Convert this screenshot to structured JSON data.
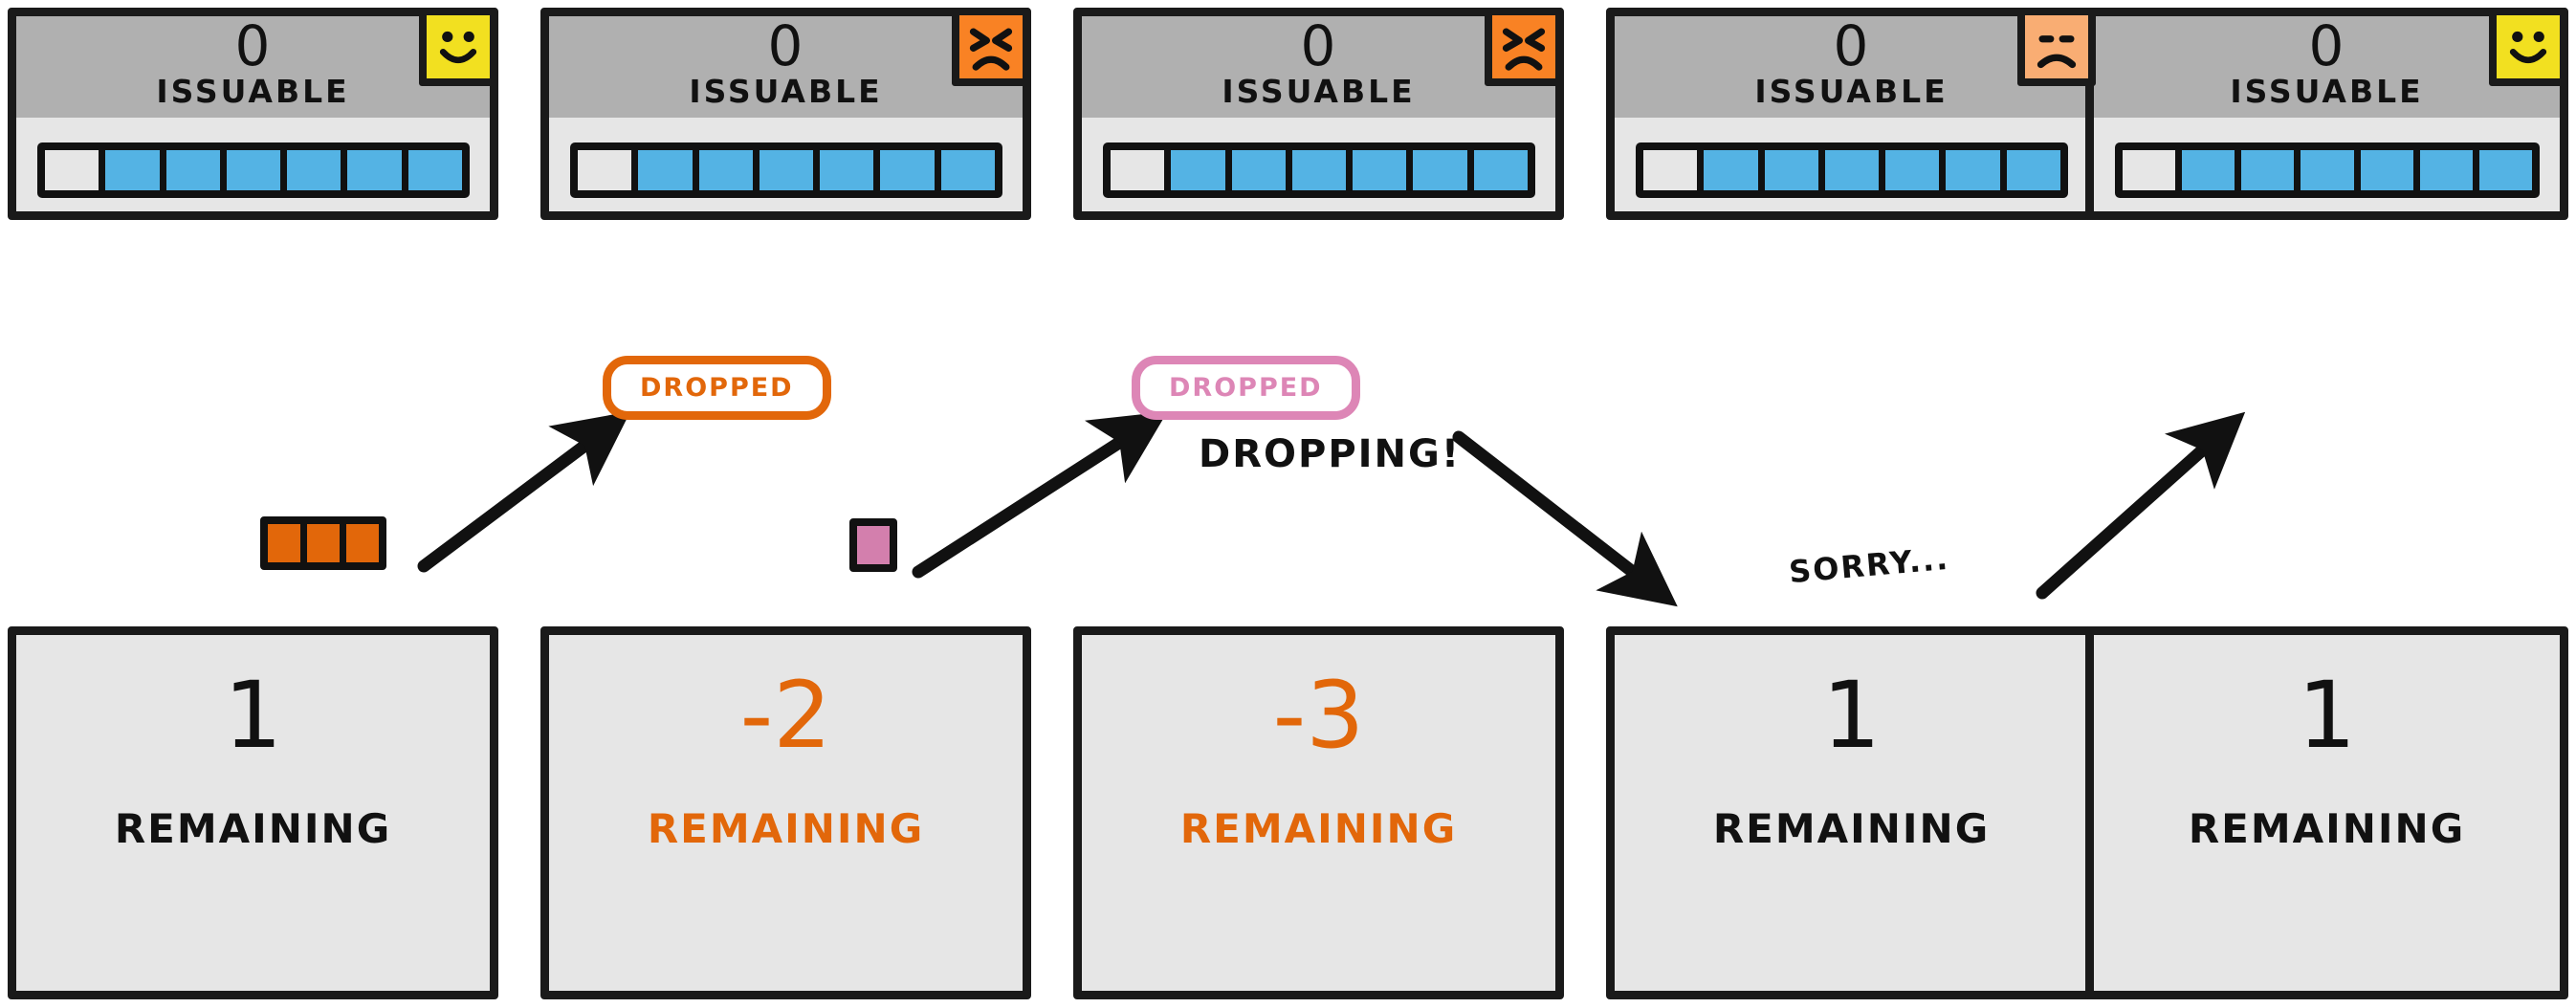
{
  "diagram": {
    "title": "Issuable / Remaining token drop sequence",
    "colors": {
      "orange": "#e2670a",
      "pink": "#dd86b6",
      "blue": "#54b3e4",
      "yellow": "#f2e020",
      "angry_orange": "#f98224",
      "neutral_orange": "#f9ad73",
      "panel_header_gray": "#b0b0b0",
      "panel_body_gray": "#e6e6e6",
      "ink": "#111111"
    },
    "panels": [
      {
        "id": "panel-1",
        "count": "0",
        "label": "ISSUABLE",
        "face": "happy-face-icon",
        "face_mood": "happy",
        "face_color": "#f2e020",
        "bar_total": 7,
        "bar_filled": 6
      },
      {
        "id": "panel-2",
        "count": "0",
        "label": "ISSUABLE",
        "face": "angry-face-icon",
        "face_mood": "angry",
        "face_color": "#f98224",
        "bar_total": 7,
        "bar_filled": 6
      },
      {
        "id": "panel-3",
        "count": "0",
        "label": "ISSUABLE",
        "face": "angry-face-icon",
        "face_mood": "angry",
        "face_color": "#f98224",
        "bar_total": 7,
        "bar_filled": 6
      },
      {
        "id": "panel-4",
        "count": "0",
        "label": "ISSUABLE",
        "face": "neutral-sad-face-icon",
        "face_mood": "neutral-sad",
        "face_color": "#f9ad73",
        "bar_total": 7,
        "bar_filled": 6
      },
      {
        "id": "panel-5",
        "count": "0",
        "label": "ISSUABLE",
        "face": "happy-face-icon",
        "face_mood": "happy",
        "face_color": "#f2e020",
        "bar_total": 7,
        "bar_filled": 6
      }
    ],
    "remaining_boxes": [
      {
        "id": "remaining-1",
        "value": "1",
        "label": "REMAINING",
        "negative": false
      },
      {
        "id": "remaining-2",
        "value": "-2",
        "label": "REMAINING",
        "negative": true
      },
      {
        "id": "remaining-3",
        "value": "-3",
        "label": "REMAINING",
        "negative": true
      },
      {
        "id": "remaining-4",
        "value": "1",
        "label": "REMAINING",
        "negative": false
      },
      {
        "id": "remaining-5",
        "value": "1",
        "label": "REMAINING",
        "negative": false
      }
    ],
    "badges": [
      {
        "id": "dropped-badge-orange",
        "text": "DROPPED",
        "color": "#e2670a"
      },
      {
        "id": "dropped-badge-pink",
        "text": "DROPPED",
        "color": "#dd86b6"
      }
    ],
    "chip_groups": [
      {
        "id": "orange-chip-group",
        "count": 3,
        "color": "#e2670a"
      },
      {
        "id": "pink-chip-group",
        "count": 1,
        "color": "#d37fad"
      }
    ],
    "annotations": [
      {
        "id": "dropping-label",
        "text": "DROPPING!"
      },
      {
        "id": "sorry-label",
        "text": "SORRY..."
      }
    ]
  }
}
